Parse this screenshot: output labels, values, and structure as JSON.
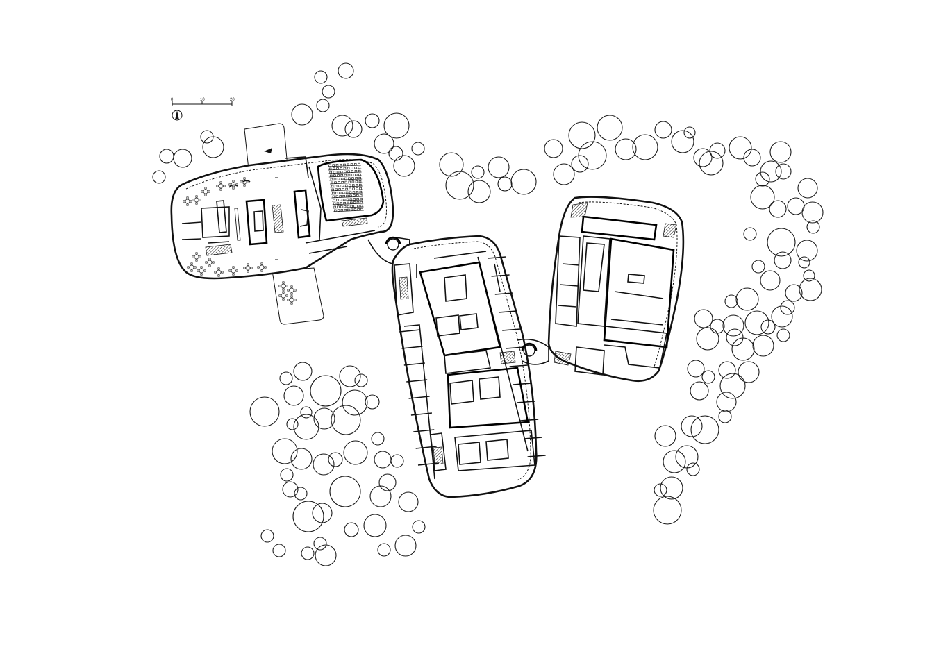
{
  "scale_bar": {
    "ticks": [
      "0",
      "10",
      "20"
    ]
  },
  "icons": {
    "north_arrow": "north-arrow-icon"
  },
  "colors": {
    "ink": "#111111",
    "paper": "#ffffff"
  }
}
